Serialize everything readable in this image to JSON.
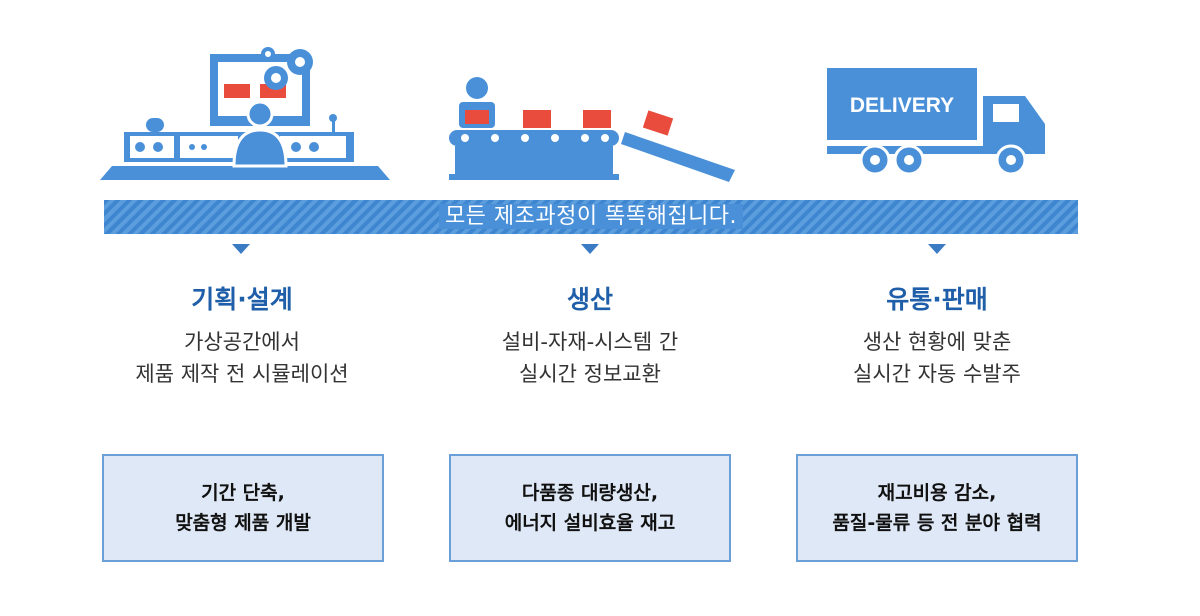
{
  "truck_label": "DELIVERY",
  "banner_text": "모든 제조과정이 똑똑해집니다.",
  "colors": {
    "primary": "#4a90d9",
    "accent": "#e94b3c",
    "title": "#1f5ea8",
    "box_bg": "#dfe8f6"
  },
  "columns": [
    {
      "title": "기획·설계",
      "desc": [
        "가상공간에서",
        "제품 제작 전 시뮬레이션"
      ],
      "box": [
        "기간 단축,",
        "맞춤형 제품 개발"
      ]
    },
    {
      "title": "생산",
      "desc": [
        "설비-자재-시스템 간",
        "실시간 정보교환"
      ],
      "box": [
        "다품종 대량생산,",
        "에너지 설비효율 재고"
      ]
    },
    {
      "title": "유통·판매",
      "desc": [
        "생산 현황에 맞춘",
        "실시간 자동 수발주"
      ],
      "box": [
        "재고비용 감소,",
        "품질-물류 등 전 분야 협력"
      ]
    }
  ]
}
